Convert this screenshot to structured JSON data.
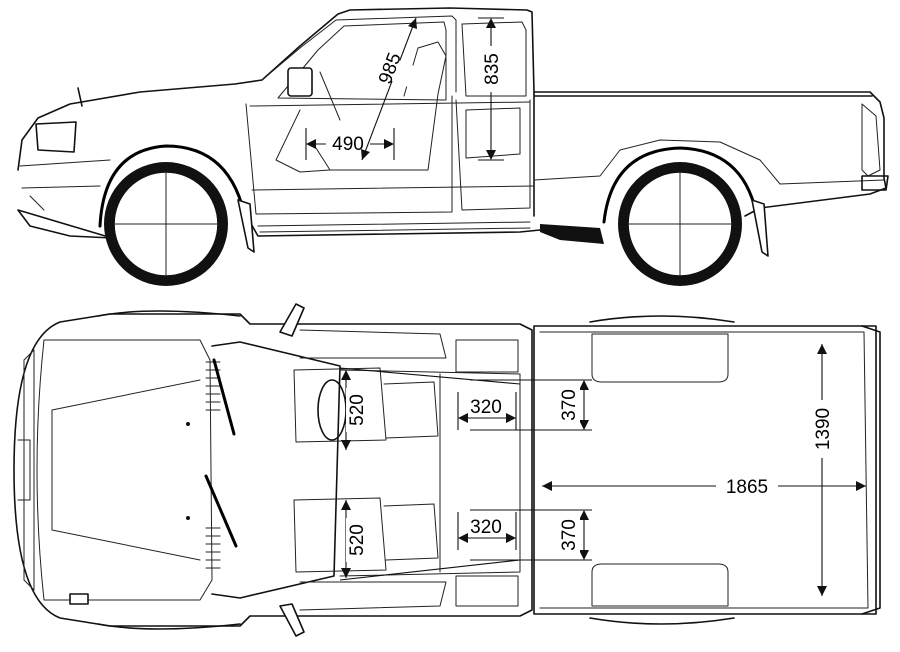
{
  "side_view": {
    "dimensions": {
      "legroom": "490",
      "seat_back": "985",
      "rear_window": "835"
    }
  },
  "top_view": {
    "dimensions": {
      "seat_width_front": "520",
      "seat_width_rear": "520",
      "seat_depth_upper": "320",
      "seat_depth_lower": "320",
      "cushion_upper": "370",
      "cushion_lower": "370",
      "bed_width": "1390",
      "bed_length": "1865"
    }
  },
  "colors": {
    "line": "#111111",
    "background": "#ffffff"
  }
}
